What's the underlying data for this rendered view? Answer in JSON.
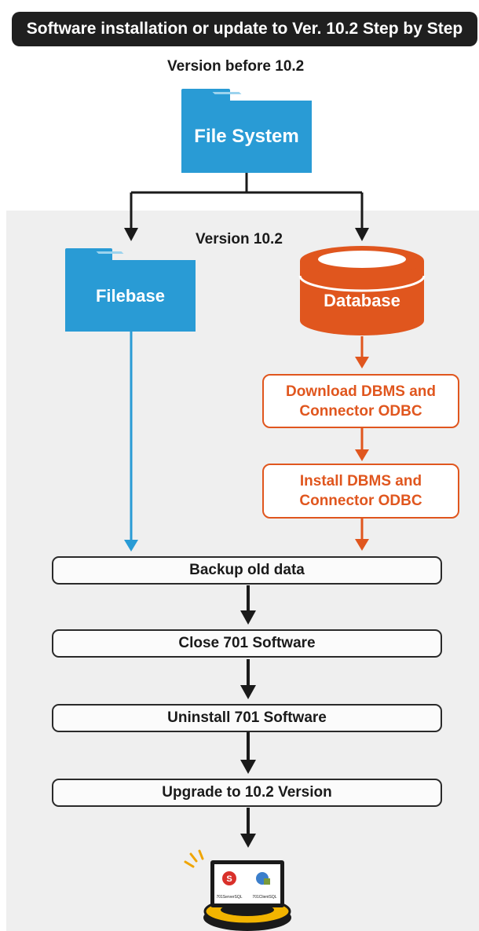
{
  "title": "Software installation or update to Ver. 10.2 Step by Step",
  "labels": {
    "before": "Version before 10.2",
    "current": "Version 10.2"
  },
  "nodes": {
    "file_system": "File System",
    "filebase": "Filebase",
    "database": "Database"
  },
  "database_steps": [
    {
      "line1": "Download DBMS and",
      "line2": "Connector ODBC"
    },
    {
      "line1": "Install DBMS and",
      "line2": "Connector ODBC"
    }
  ],
  "steps": [
    "Backup old data",
    "Close 701 Software",
    "Uninstall 701 Software",
    "Upgrade to 10.2 Version"
  ],
  "screen_icons": {
    "left_caption": "701ServerSQL",
    "right_caption": "701ClientSQL"
  },
  "colors": {
    "blue": "#299bd5",
    "orange": "#e0561e",
    "dark": "#1f1f1f",
    "panel": "#efefef"
  }
}
